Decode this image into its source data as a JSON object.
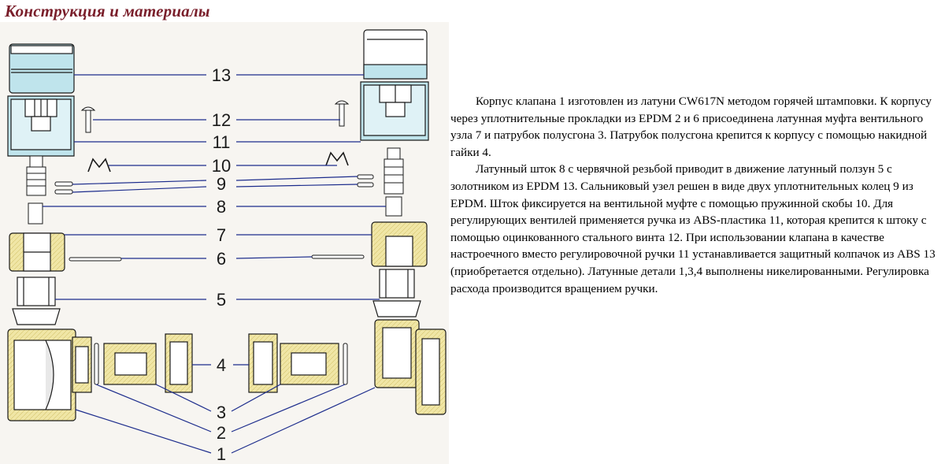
{
  "heading": "Конструкция и материалы",
  "paragraphs": [
    "Корпус клапана 1 изготовлен из латуни CW617N методом горячей штамповки. К корпусу через уплотнительные прокладки из EPDM  2 и 6 присоединена латунная муфта вентильного узла 7 и патрубок полусгона 3. Патрубок полусгона крепится к корпусу с помощью накидной гайки 4.",
    "Латунный шток 8 с червячной резьбой приводит в движение латунный ползун 5 с золотником из EPDM 13.  Сальниковый узел решен в виде двух уплотнительных колец 9 из EPDM.  Шток фиксируется на вентильной муфте с помощью пружинной скобы 10.  Для регулирующих вентилей применяется ручка из ABS-пластика 11, которая крепится к штоку с помощью оцинкованного стального винта 12. При использовании клапана в качестве настроечного вместо регулировочной ручки 11 устанавливается защитный колпачок из ABS  13 (приобретается отдельно).  Латунные детали 1,3,4 выполнены никелированными. Регулировка расхода производится вращением ручки."
  ],
  "callouts": [
    "13",
    "12",
    "11",
    "10",
    "9",
    "8",
    "7",
    "6",
    "5",
    "4",
    "3",
    "2",
    "1"
  ],
  "colors": {
    "heading": "#7a1f2b",
    "drawing_background": "#f7f5f1",
    "cap_fill": "#bfe4ec",
    "brass_fill": "#f0e6a6",
    "leader_line": "#1c2c8c",
    "outline": "#1a1a1a"
  }
}
